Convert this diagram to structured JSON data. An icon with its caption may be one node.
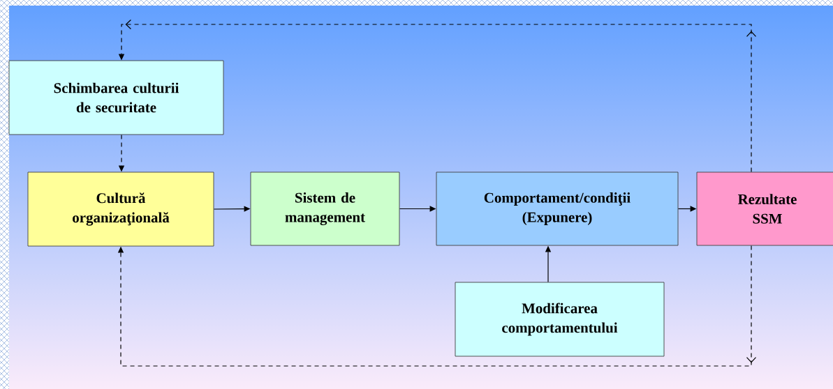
{
  "diagram": {
    "nodes": [
      {
        "text": [
          "Schimbarea culturii de securitate"
        ]
      },
      {
        "text": [
          "Cultură organizaţională"
        ]
      },
      {
        "text": [
          "Sistem de management"
        ]
      },
      {
        "text": [
          "Comportament/condiţii (Expunere)"
        ]
      },
      {
        "text": [
          "Rezultate SSM"
        ]
      },
      {
        "text": [
          "Modificarea comportamentului"
        ]
      }
    ],
    "edges": [
      {
        "from": 0,
        "to": 1,
        "arrow": "to",
        "style": "dashed"
      },
      {
        "from": 1,
        "to": 2,
        "arrow": "to"
      },
      {
        "from": 2,
        "to": 3,
        "arrow": "to"
      },
      {
        "from": 3,
        "to": 4,
        "arrow": "to"
      },
      {
        "from": 5,
        "to": 3,
        "arrow": "to"
      },
      {
        "from": 4,
        "to": 0,
        "arrow": "to",
        "style": "dashed"
      },
      {
        "from": 4,
        "to": 1,
        "arrow": "to",
        "style": "dashed"
      }
    ]
  }
}
